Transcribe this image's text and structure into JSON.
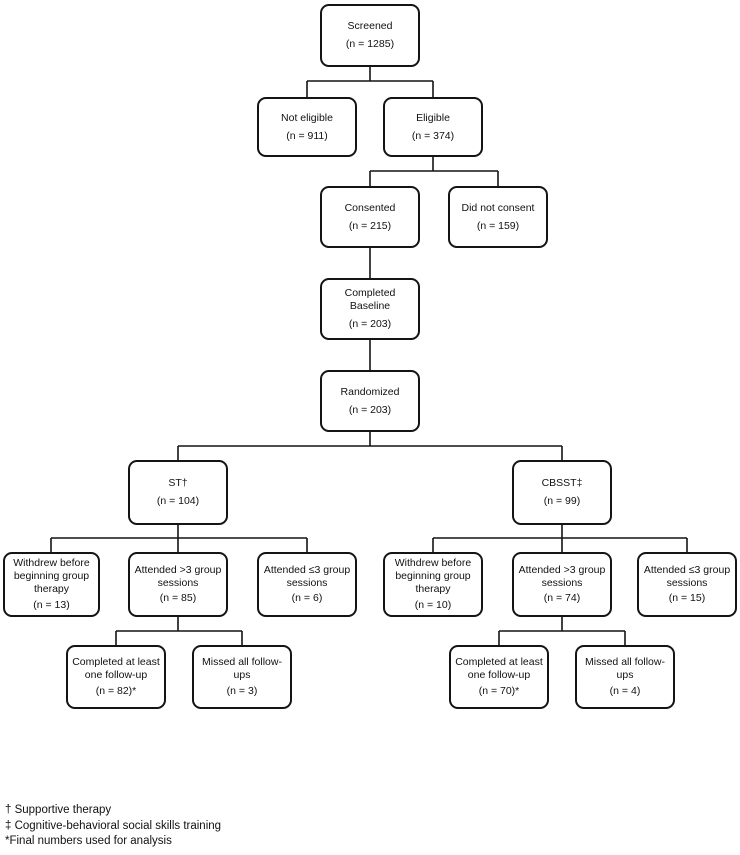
{
  "nodes": {
    "screened": {
      "label": "Screened",
      "n": "(n = 1285)"
    },
    "not_eligible": {
      "label": "Not eligible",
      "n": "(n = 911)"
    },
    "eligible": {
      "label": "Eligible",
      "n": "(n = 374)"
    },
    "consented": {
      "label": "Consented",
      "n": "(n = 215)"
    },
    "did_not_consent": {
      "label": "Did not consent",
      "n": "(n = 159)"
    },
    "completed_baseline": {
      "label": "Completed Baseline",
      "n": "(n = 203)"
    },
    "randomized": {
      "label": "Randomized",
      "n": "(n = 203)"
    },
    "st": {
      "label": "ST†",
      "n": "(n = 104)"
    },
    "cbsst": {
      "label": "CBSST‡",
      "n": "(n = 99)"
    },
    "st_withdrew": {
      "label": "Withdrew before beginning group therapy",
      "n": "(n = 13)"
    },
    "st_attended_gt3": {
      "label": "Attended >3 group sessions",
      "n": "(n = 85)"
    },
    "st_attended_le3": {
      "label": "Attended ≤3 group sessions",
      "n": "(n = 6)"
    },
    "cbsst_withdrew": {
      "label": "Withdrew before beginning group therapy",
      "n": "(n = 10)"
    },
    "cbsst_attended_gt3": {
      "label": "Attended >3 group sessions",
      "n": "(n = 74)"
    },
    "cbsst_attended_le3": {
      "label": "Attended ≤3 group sessions",
      "n": "(n = 15)"
    },
    "st_completed_fu": {
      "label": "Completed at least one follow-up",
      "n": "(n = 82)*"
    },
    "st_missed_fu": {
      "label": "Missed all follow-ups",
      "n": "(n = 3)"
    },
    "cbsst_completed_fu": {
      "label": "Completed at least one follow-up",
      "n": "(n = 70)*"
    },
    "cbsst_missed_fu": {
      "label": "Missed all follow-ups",
      "n": "(n = 4)"
    }
  },
  "footnotes": [
    "† Supportive therapy",
    "‡ Cognitive-behavioral social skills training",
    "*Final numbers used for analysis"
  ],
  "colors": {
    "box_border": "#141414",
    "text": "#111111",
    "background": "#ffffff"
  }
}
